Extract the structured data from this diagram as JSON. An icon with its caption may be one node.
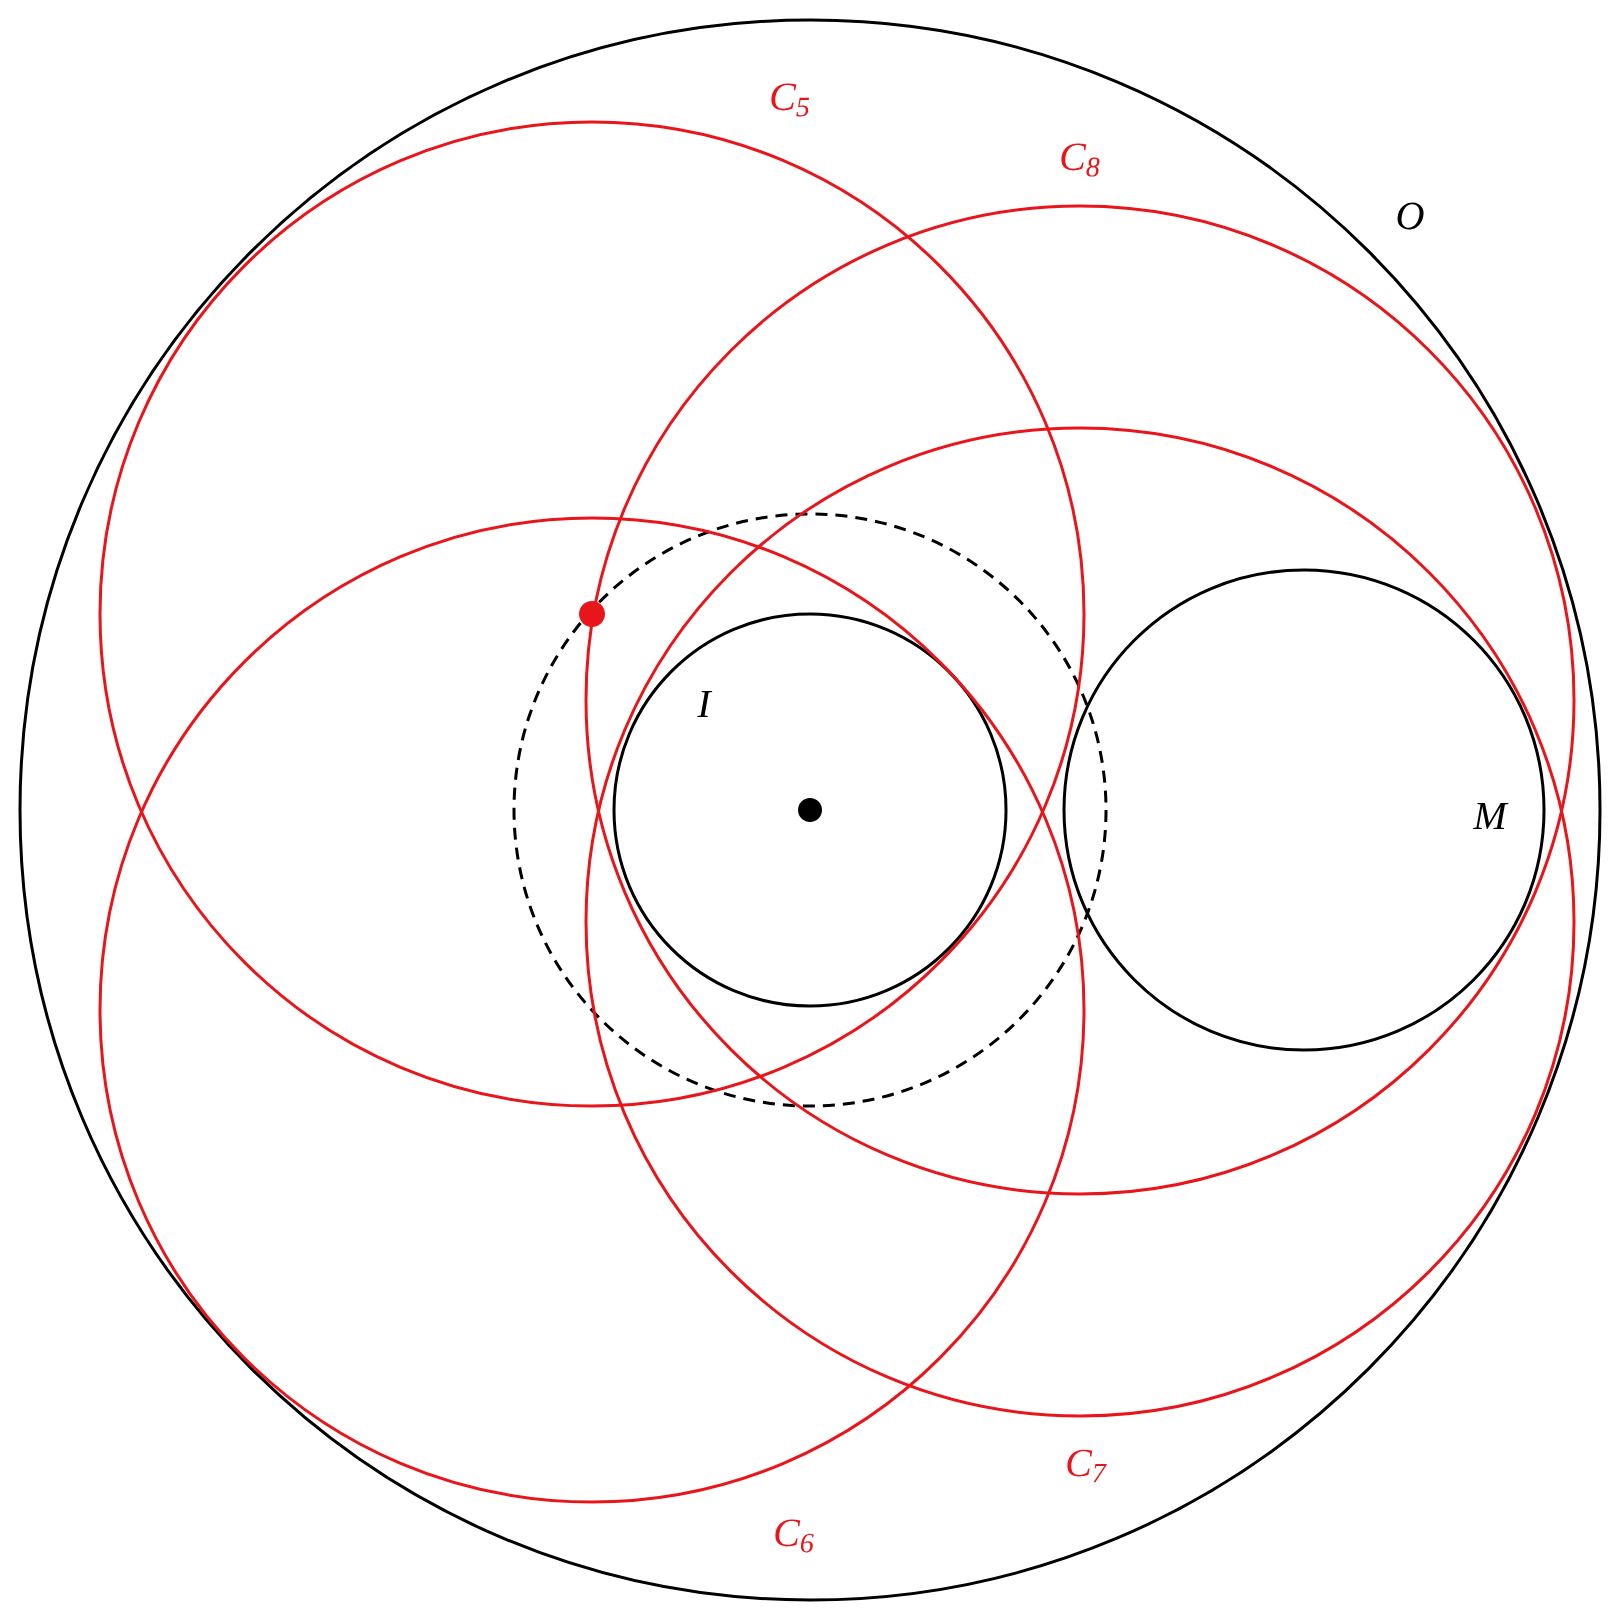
{
  "diagram": {
    "labels": [
      "C$_{5}$",
      "C$_{8}$",
      "O",
      "I",
      "M",
      "C$_{6}$",
      "C$_{7}$"
    ]
  }
}
